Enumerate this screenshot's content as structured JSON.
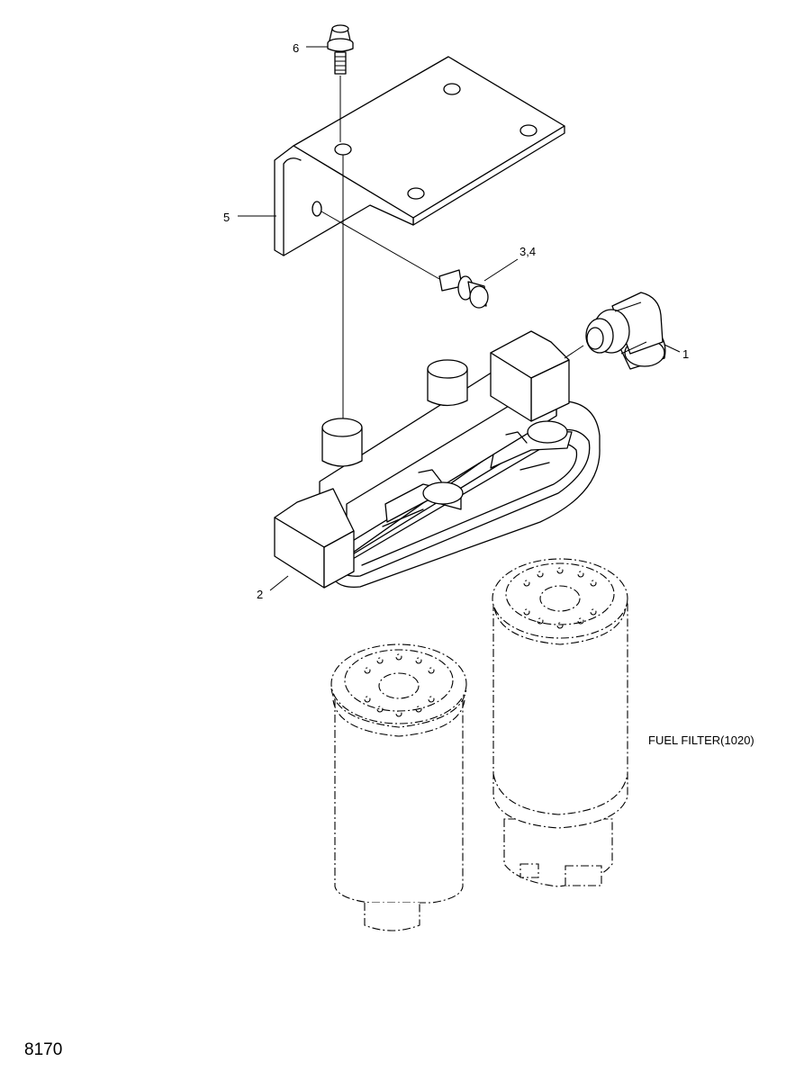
{
  "callouts": {
    "item1": "1",
    "item2": "2",
    "item34": "3,4",
    "item5": "5",
    "item6": "6"
  },
  "note": "FUEL FILTER(1020)",
  "page_number": "8170"
}
